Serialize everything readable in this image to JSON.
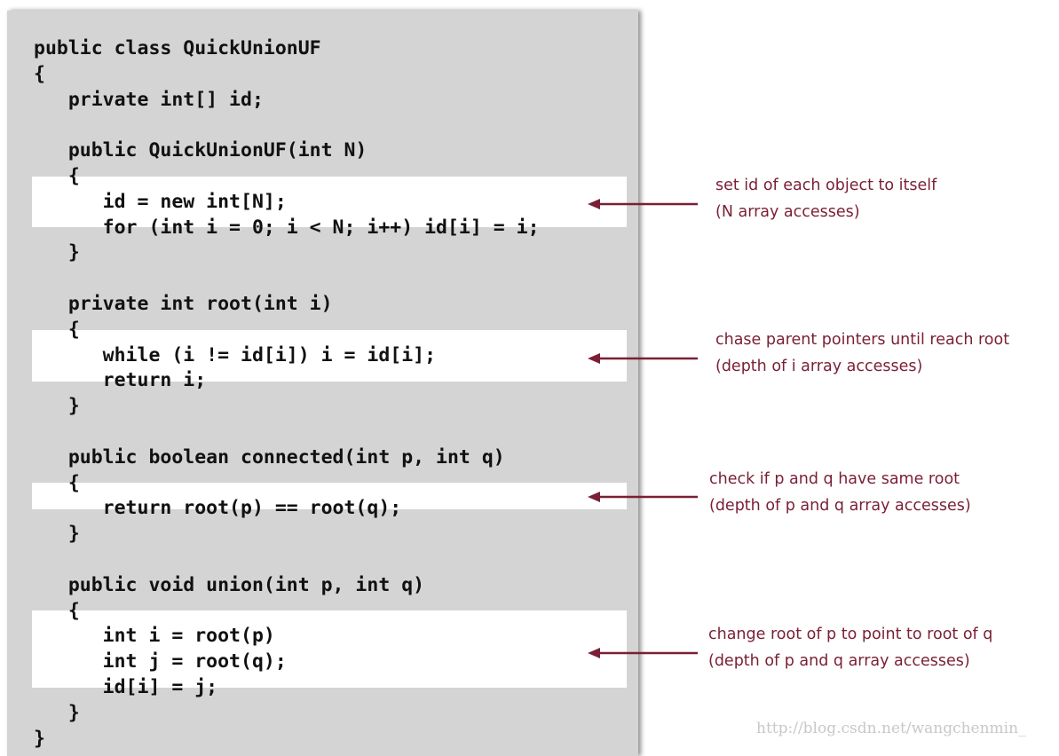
{
  "code_lines": [
    "public class QuickUnionUF",
    "{",
    "   private int[] id;",
    "",
    "   public QuickUnionUF(int N)",
    "   {",
    "      id = new int[N];",
    "      for (int i = 0; i < N; i++) id[i] = i;",
    "   }",
    "",
    "   private int root(int i)",
    "   {",
    "      while (i != id[i]) i = id[i];",
    "      return i;",
    "   }",
    "",
    "   public boolean connected(int p, int q)",
    "   {",
    "      return root(p) == root(q);",
    "   }",
    "",
    "   public void union(int p, int q)",
    "   {",
    "      int i = root(p)",
    "      int j = root(q);",
    "      id[i] = j;",
    "   }",
    "}"
  ],
  "annotations": [
    {
      "line1": "set id of each object to itself",
      "line2": "(N array accesses)"
    },
    {
      "line1": "chase parent pointers until reach root",
      "line2": "(depth of i array accesses)"
    },
    {
      "line1": "check if p and q have same root",
      "line2": "(depth of p and q array accesses)"
    },
    {
      "line1": "change root of p to point to root of q",
      "line2": "(depth of p and q array accesses)"
    }
  ],
  "watermark": "http://blog.csdn.net/wangchenmin_",
  "colors": {
    "panel": "#d4d4d4",
    "highlight": "#ffffff",
    "annotation": "#7a1f35",
    "code": "#111111"
  },
  "icons": [
    "left-arrow-icon"
  ]
}
